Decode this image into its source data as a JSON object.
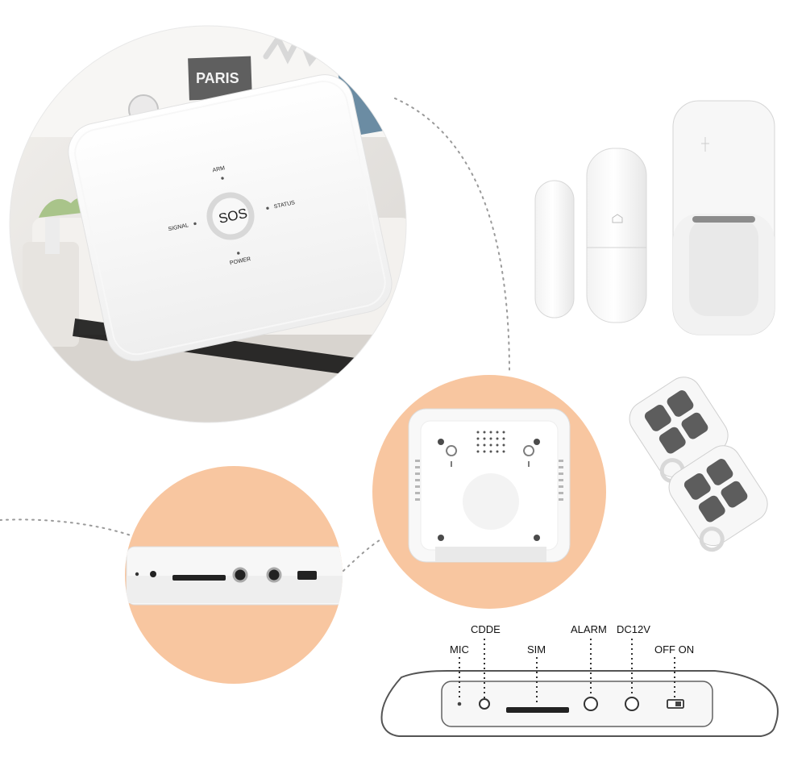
{
  "hub": {
    "buttons": {
      "sos": "SOS"
    },
    "indicators": {
      "arm": "ARM",
      "status": "STATUS",
      "signal": "SIGNAL",
      "power": "POWER"
    }
  },
  "background_poster": {
    "text": "PARIS"
  },
  "ports_diagram": {
    "mic": "MIC",
    "code": "CDDE",
    "sim": "SIM",
    "alarm": "ALARM",
    "dc": "DC12V",
    "switch": "OFF ON"
  },
  "colors": {
    "accent_orange": "#f8c6a0",
    "dashed_line": "#999999",
    "device_white": "#f7f7f7"
  }
}
